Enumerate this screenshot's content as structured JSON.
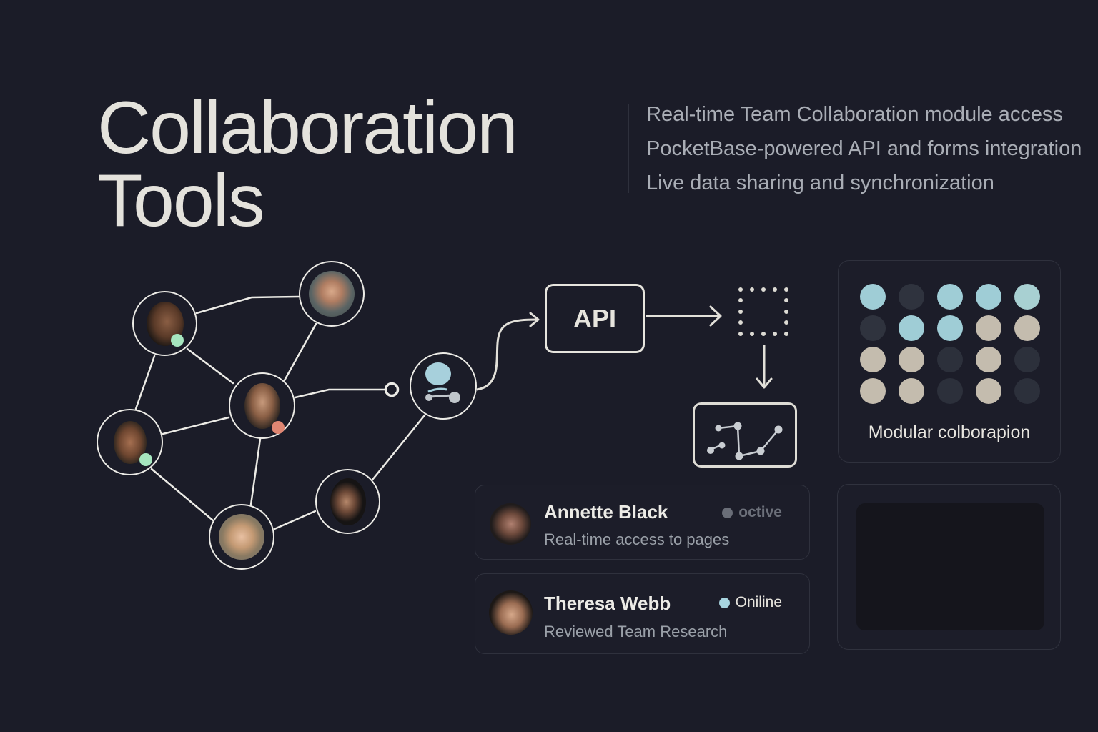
{
  "header": {
    "title_line1": "Collaboration",
    "title_line2": "Tools"
  },
  "features": [
    "Real-time Team Collaboration module access",
    "PocketBase-powered API and forms integration",
    "Live data sharing and synchronization"
  ],
  "network": {
    "nodes": [
      {
        "id": "woman-top-left",
        "status": "online",
        "status_color": "#a6e6bf"
      },
      {
        "id": "man-top-right",
        "status": null
      },
      {
        "id": "man-center-glasses",
        "status": "busy",
        "status_color": "#e08672"
      },
      {
        "id": "man-left",
        "status": "online",
        "status_color": "#a6e6bf"
      },
      {
        "id": "woman-bottom-glasses",
        "status": null
      },
      {
        "id": "woman-bottom-right",
        "status": null
      }
    ],
    "hub_icon": "user-share-icon"
  },
  "flow": {
    "api_label": "API",
    "placeholder_icon": "dotted-square-icon",
    "output_icon": "line-chart-icon"
  },
  "modular": {
    "label": "Modular colborapion",
    "colors": {
      "blue": "#9fcdd6",
      "sand": "#c4bcae",
      "dark": "#2f333e"
    },
    "grid": [
      [
        "blue",
        "dark",
        "blue",
        "blue",
        "blue"
      ],
      [
        "dark",
        "blue",
        "blue",
        "sand",
        "sand"
      ],
      [
        "sand",
        "sand",
        "dark",
        "sand",
        "dark"
      ],
      [
        "sand",
        "sand",
        "dark",
        "sand",
        "dark"
      ]
    ]
  },
  "users": [
    {
      "name": "Annette Black",
      "activity": "Real-time access to pages",
      "status": "octive",
      "status_color": "#6a6e78",
      "status_text_color": "#6c707a"
    },
    {
      "name": "Theresa Webb",
      "activity": "Reviewed Team Research",
      "status": "Oniline",
      "status_color": "#a7d4df",
      "status_text_color": "#e6e4dd"
    }
  ],
  "colors": {
    "background": "#1b1c28",
    "line": "#ecebe6",
    "card_border": "#2f313d"
  }
}
